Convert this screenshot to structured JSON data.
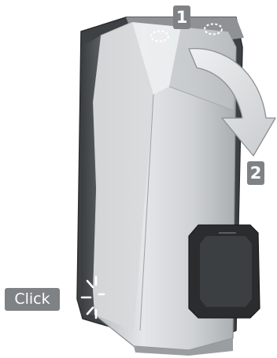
{
  "steps": {
    "step_1": "1",
    "step_2": "2"
  },
  "click_label": "Click",
  "colors": {
    "label_background": "#7e8285",
    "label_text": "#ffffff",
    "device_shell_dark": "#4a4d50",
    "device_cover_light": "#d6d8da",
    "socket_dark": "#2a2c2e"
  },
  "icons": {
    "screw_marks": "dashed-circle-icon",
    "rotate_arrow": "curved-arrow-icon",
    "click_burst": "click-burst-icon"
  }
}
